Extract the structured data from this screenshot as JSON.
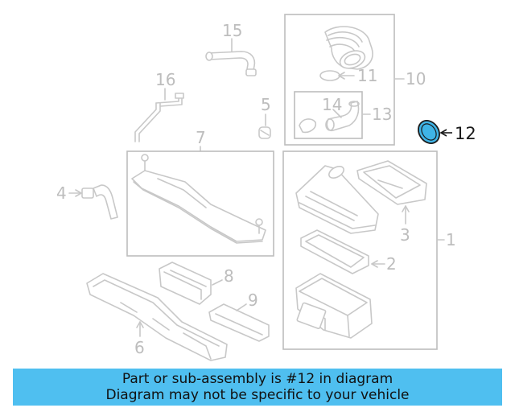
{
  "diagram": {
    "callouts": {
      "c1": "1",
      "c2": "2",
      "c3": "3",
      "c4": "4",
      "c5": "5",
      "c6": "6",
      "c7": "7",
      "c8": "8",
      "c9": "9",
      "c10": "10",
      "c11": "11",
      "c12": "12",
      "c13": "13",
      "c14": "14",
      "c15": "15",
      "c16": "16"
    },
    "highlighted_part": "12",
    "colors": {
      "highlight": "#3fb4e6",
      "outline": "#c8c8c8",
      "banner": "#4fbff0"
    }
  },
  "banner": {
    "line1": "Part or sub-assembly is #12 in diagram",
    "line2": "Diagram may not be specific to your vehicle"
  }
}
